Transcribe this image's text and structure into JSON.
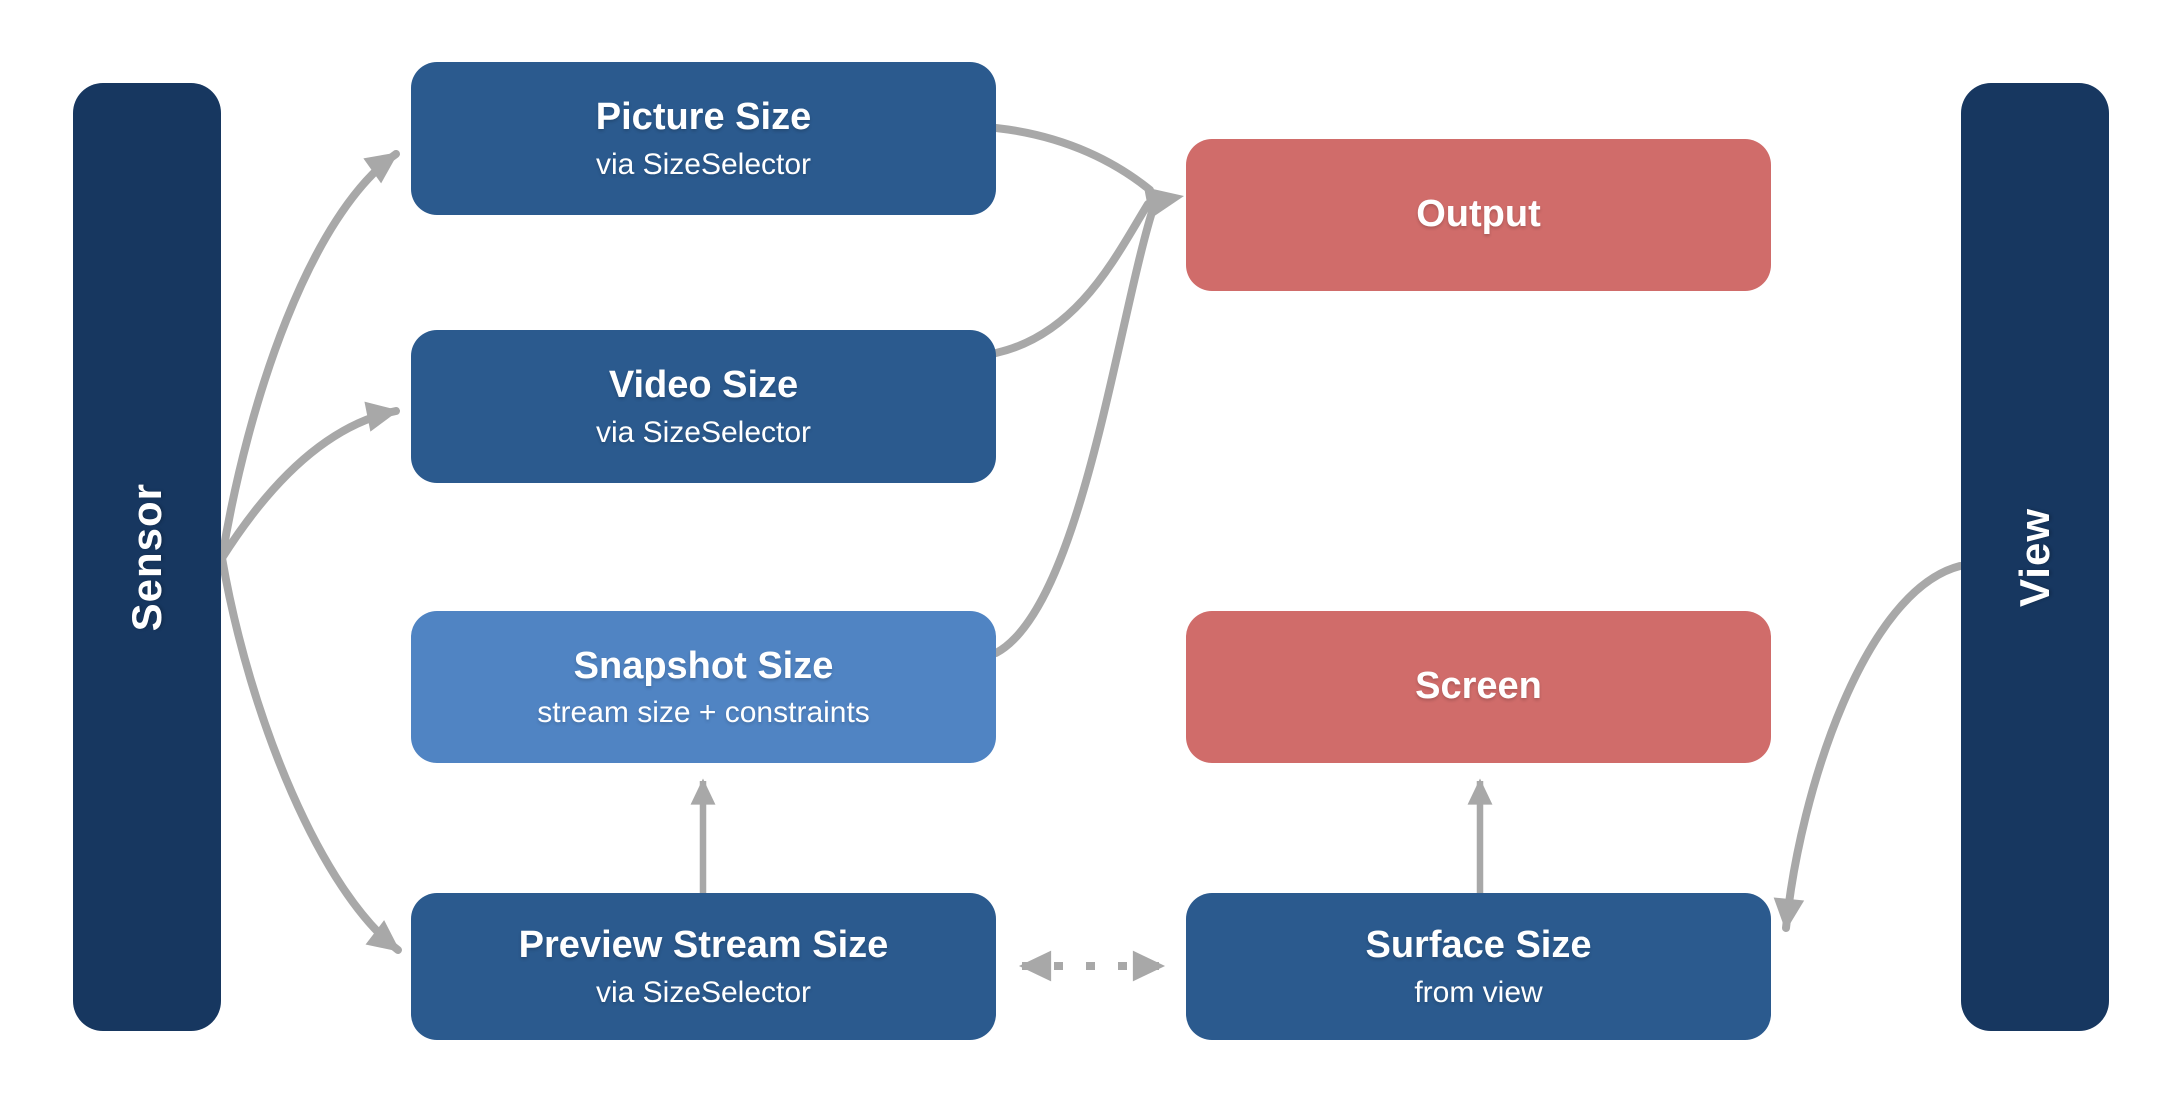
{
  "rails": {
    "left": {
      "label": "Sensor"
    },
    "right": {
      "label": "View"
    }
  },
  "nodes": {
    "picture": {
      "title": "Picture Size",
      "subtitle": "via SizeSelector"
    },
    "video": {
      "title": "Video Size",
      "subtitle": "via SizeSelector"
    },
    "snapshot": {
      "title": "Snapshot Size",
      "subtitle": "stream size + constraints"
    },
    "preview": {
      "title": "Preview Stream Size",
      "subtitle": "via SizeSelector"
    },
    "output": {
      "title": "Output"
    },
    "screen": {
      "title": "Screen"
    },
    "surface": {
      "title": "Surface Size",
      "subtitle": "from view"
    }
  },
  "edges": [
    {
      "from": "Sensor",
      "to": "Picture Size",
      "style": "solid-curve"
    },
    {
      "from": "Sensor",
      "to": "Video Size",
      "style": "solid-curve"
    },
    {
      "from": "Sensor",
      "to": "Preview Stream Size",
      "style": "solid-curve"
    },
    {
      "from": "Picture Size",
      "to": "Output",
      "style": "solid-curve"
    },
    {
      "from": "Video Size",
      "to": "Output",
      "style": "solid-curve"
    },
    {
      "from": "Snapshot Size",
      "to": "Output",
      "style": "solid-curve"
    },
    {
      "from": "Preview Stream Size",
      "to": "Snapshot Size",
      "style": "solid-straight"
    },
    {
      "from": "Surface Size",
      "to": "Screen",
      "style": "solid-straight"
    },
    {
      "from": "Preview Stream Size",
      "to": "Surface Size",
      "style": "dotted-bidirectional"
    },
    {
      "from": "View",
      "to": "Surface Size",
      "style": "solid-curve"
    }
  ],
  "colors": {
    "rail": "#173760",
    "node_blue": "#2b5a8e",
    "node_light_blue": "#5084c3",
    "node_red": "#d06c6a",
    "arrow_gray": "#a8a8a8",
    "text_white": "#ffffff",
    "background": "#ffffff"
  }
}
